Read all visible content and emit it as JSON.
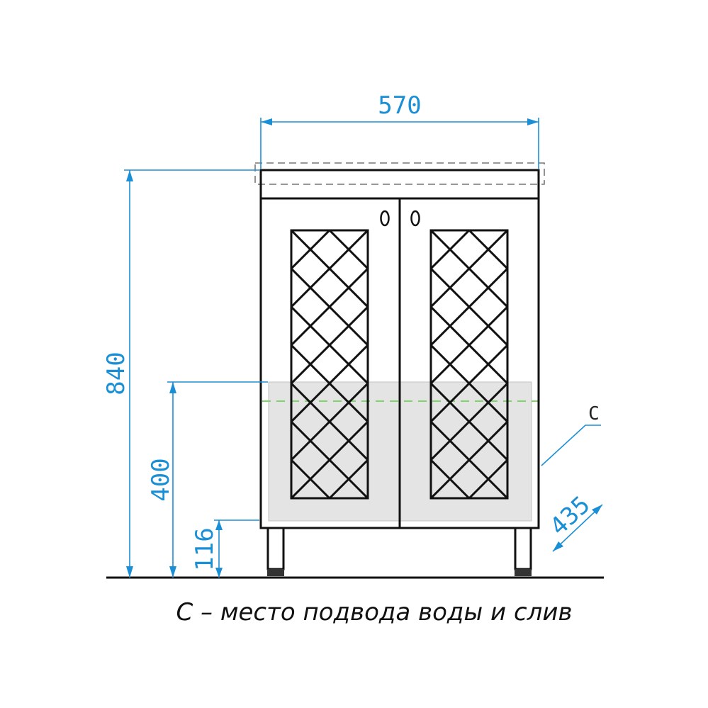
{
  "dimensions": {
    "width": "570",
    "height": "840",
    "supply_height": "400",
    "leg_height": "116",
    "depth": "435"
  },
  "marker_label": "С",
  "caption": "С – место подвода воды и слив",
  "colors": {
    "dimension": "#1a8fd6",
    "outline": "#111111",
    "zone_fill": "#e4e4e4",
    "zone_line": "#7ed36a"
  },
  "door_count": 2
}
